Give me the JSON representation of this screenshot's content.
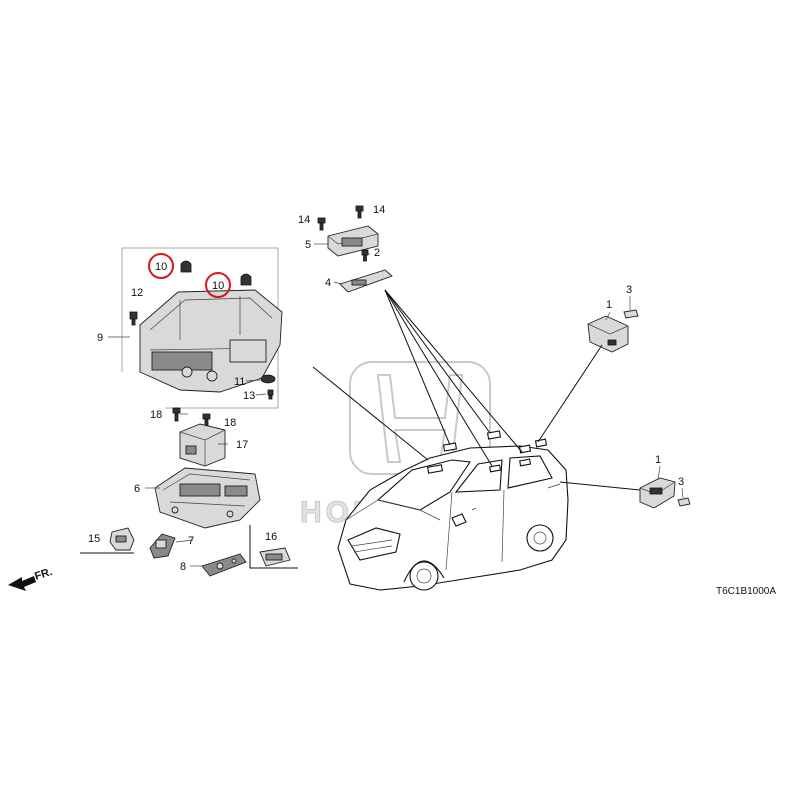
{
  "diagram": {
    "code": "T6C1B1000A",
    "direction_label": "FR.",
    "watermark_text": "HONDA",
    "highlight_color": "#d9161d",
    "callouts": {
      "c1a": "1",
      "c1b": "1",
      "c2": "2",
      "c3a": "3",
      "c3b": "3",
      "c4": "4",
      "c5": "5",
      "c6": "6",
      "c7": "7",
      "c8": "8",
      "c9": "9",
      "c10a": "10",
      "c10b": "10",
      "c11": "11",
      "c12": "12",
      "c13": "13",
      "c14a": "14",
      "c14b": "14",
      "c15": "15",
      "c16": "16",
      "c17": "17",
      "c18a": "18",
      "c18b": "18"
    }
  }
}
